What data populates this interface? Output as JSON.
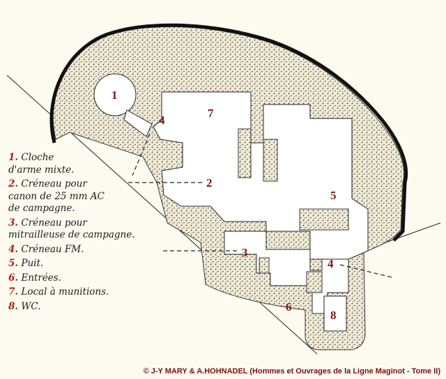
{
  "labels": {
    "cloche": "1",
    "creneau_fm_left": "4",
    "local_munitions": "7",
    "creneau_25mm": "2",
    "puit": "5",
    "creneau_mitrailleuse": "3",
    "creneau_fm_right": "4",
    "entrees": "6",
    "wc": "8"
  },
  "legend": [
    {
      "num": "1.",
      "text": "Cloche\nd'arme mixte."
    },
    {
      "num": "2.",
      "text": "Créneau pour\ncanon de 25 mm AC\nde campagne."
    },
    {
      "num": "3.",
      "text": "Créneau pour\nmitrailleuse de campagne."
    },
    {
      "num": "4.",
      "text": "Créneau FM."
    },
    {
      "num": "5.",
      "text": "Puit."
    },
    {
      "num": "6.",
      "text": "Entrées."
    },
    {
      "num": "7.",
      "text": "Local à munitions."
    },
    {
      "num": "8.",
      "text": "WC."
    }
  ],
  "credit": "© J-Y MARY & A.HOHNADEL (Hommes et Ouvrages de la Ligne Maginot - Tome II)",
  "colors": {
    "background": "#fdfaf0",
    "concrete": "#f1ebd6",
    "stipple": "#3a3a3a",
    "earth": "#111111",
    "numbers": "#7a1a14",
    "legend_numbers": "#b02018"
  }
}
